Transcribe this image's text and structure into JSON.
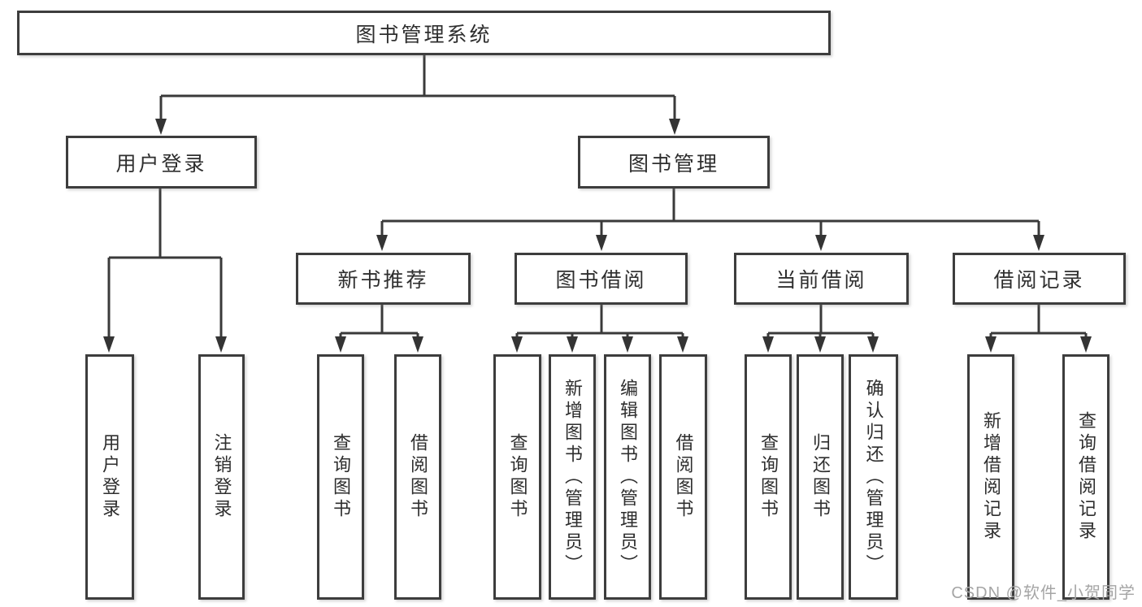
{
  "diagram": {
    "type": "tree",
    "title": "图书管理系统",
    "structure": {
      "图书管理系统": {
        "用户登录": [
          "用户登录",
          "注销登录"
        ],
        "图书管理": {
          "新书推荐": [
            "查询图书",
            "借阅图书"
          ],
          "图书借阅": [
            "查询图书",
            "新增图书（管理员）",
            "编辑图书（管理员）",
            "借阅图书"
          ],
          "当前借阅": [
            "查询图书",
            "归还图书",
            "确认归还（管理员）"
          ],
          "借阅记录": [
            "新增借阅记录",
            "查询借阅记录"
          ]
        }
      }
    },
    "nodes": {
      "root": {
        "label": "图书管理系统"
      },
      "user_login": {
        "label": "用户登录"
      },
      "book_mgmt": {
        "label": "图书管理"
      },
      "login": {
        "label": "用户登录"
      },
      "logout": {
        "label": "注销登录"
      },
      "new_rec": {
        "label": "新书推荐"
      },
      "book_borrow": {
        "label": "图书借阅"
      },
      "current_borrow": {
        "label": "当前借阅"
      },
      "borrow_records": {
        "label": "借阅记录"
      },
      "rec_query": {
        "label": "查询图书"
      },
      "rec_borrow": {
        "label": "借阅图书"
      },
      "bor_query": {
        "label": "查询图书"
      },
      "bor_add": {
        "label": "新增图书（管理员）"
      },
      "bor_edit": {
        "label": "编辑图书（管理员）"
      },
      "bor_borrow": {
        "label": "借阅图书"
      },
      "cur_query": {
        "label": "查询图书"
      },
      "cur_return": {
        "label": "归还图书"
      },
      "cur_confirm": {
        "label": "确认归还（管理员）"
      },
      "recd_add": {
        "label": "新增借阅记录"
      },
      "recd_query": {
        "label": "查询借阅记录"
      }
    },
    "colors": {
      "border": "#3d3d3d",
      "line": "#3a3a3a",
      "text": "#2e2e2e",
      "background": "#ffffff"
    }
  },
  "watermark": {
    "text": "CSDN @软件_小贺同学",
    "color": "#a5a5a5"
  }
}
